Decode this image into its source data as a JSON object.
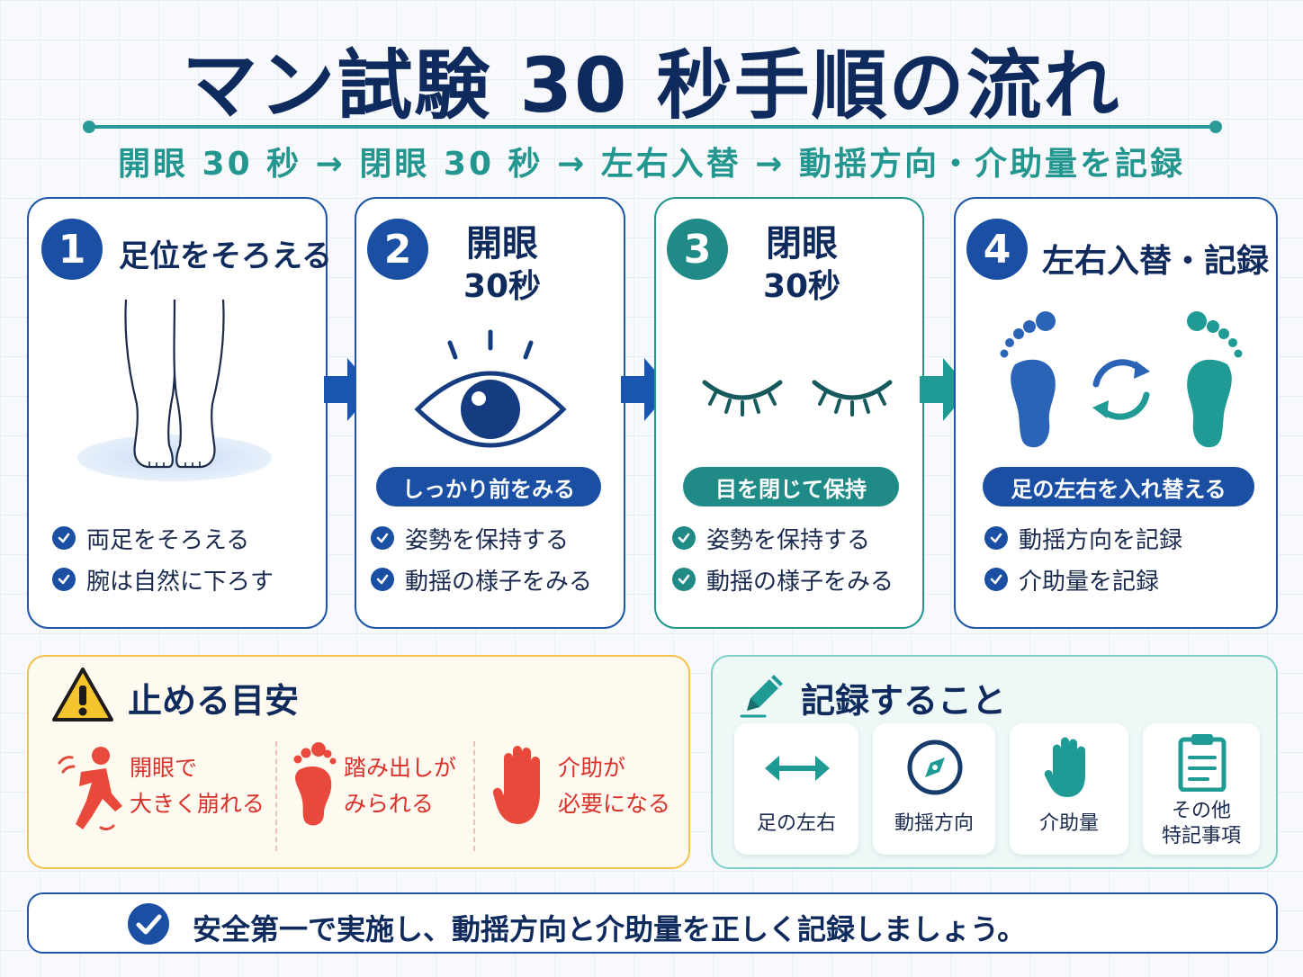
{
  "title": "マン試験 30 秒手順の流れ",
  "subtitle": "開眼 30 秒 → 閉眼 30 秒 → 左右入替 → 動揺方向・介助量を記録",
  "steps": [
    {
      "number": "1",
      "title": "足位をそろえる",
      "checks": [
        "両足をそろえる",
        "腕は自然に下ろす"
      ]
    },
    {
      "number": "2",
      "title_line1": "開眼",
      "title_line2": "30秒",
      "pill": "しっかり前をみる",
      "checks": [
        "姿勢を保持する",
        "動揺の様子をみる"
      ]
    },
    {
      "number": "3",
      "title_line1": "閉眼",
      "title_line2": "30秒",
      "pill": "目を閉じて保持",
      "checks": [
        "姿勢を保持する",
        "動揺の様子をみる"
      ]
    },
    {
      "number": "4",
      "title": "左右入替・記録",
      "pill": "足の左右を入れ替える",
      "checks": [
        "動揺方向を記録",
        "介助量を記録"
      ]
    }
  ],
  "stop_criteria": {
    "title": "止める目安",
    "items": [
      {
        "line1": "開眼で",
        "line2": "大きく崩れる",
        "icon": "falling-person-icon"
      },
      {
        "line1": "踏み出しが",
        "line2": "みられる",
        "icon": "footprint-icon"
      },
      {
        "line1": "介助が",
        "line2": "必要になる",
        "icon": "hand-stop-icon"
      }
    ]
  },
  "record": {
    "title": "記録すること",
    "items": [
      {
        "label": "足の左右",
        "icon": "left-right-arrow-icon"
      },
      {
        "label": "動揺方向",
        "icon": "compass-icon"
      },
      {
        "label": "介助量",
        "icon": "hand-icon"
      },
      {
        "label_line1": "その他",
        "label_line2": "特記事項",
        "icon": "clipboard-icon"
      }
    ]
  },
  "footer": "安全第一で実施し、動揺方向と介助量を正しく記録しましょう。",
  "colors": {
    "navy": "#0f2a5c",
    "blue": "#1a4fa3",
    "teal": "#1f8a86",
    "warning_red": "#d8322b",
    "warning_yellow": "#f2c24a"
  }
}
